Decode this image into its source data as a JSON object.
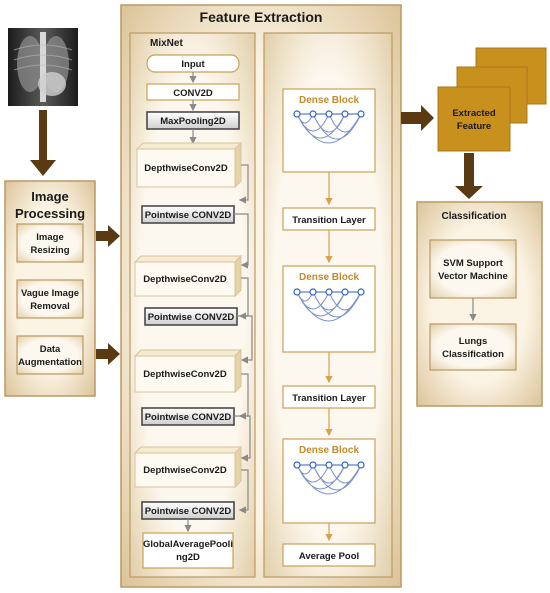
{
  "input_image": {
    "caption": ""
  },
  "image_processing": {
    "title_line1": "Image",
    "title_line2": "Processing",
    "steps": [
      {
        "line1": "Image",
        "line2": "Resizing"
      },
      {
        "line1": "Vague Image",
        "line2": "Removal"
      },
      {
        "line1": "Data",
        "line2": "Augmentation"
      }
    ]
  },
  "feature_extraction": {
    "title": "Feature Extraction",
    "mixnet": {
      "title": "MixNet",
      "input": "Input",
      "conv2d": "CONV2D",
      "maxpool": "MaxPooling2D",
      "blocks": [
        {
          "depthwise": "DepthwiseConv2D",
          "pointwise": "Pointwise CONV2D"
        },
        {
          "depthwise": "DepthwiseConv2D",
          "pointwise": "Pointwise CONV2D"
        },
        {
          "depthwise": "DepthwiseConv2D",
          "pointwise": "Pointwise CONV2D"
        },
        {
          "depthwise": "DepthwiseConv2D",
          "pointwise": "Pointwise CONV2D"
        }
      ],
      "gap_line1": "GlobalAveragePooli",
      "gap_line2": "ng2D"
    },
    "densenet": {
      "dense_blocks": [
        "Dense Block",
        "Dense Block",
        "Dense Block"
      ],
      "transition_layers": [
        "Transition Layer",
        "Transition Layer"
      ],
      "average_pool": "Average Pool"
    }
  },
  "extracted_feature": {
    "line1": "Extracted",
    "line2": "Feature"
  },
  "classification": {
    "title": "Classification",
    "svm": {
      "line1": "SVM Support",
      "line2": "Vector Machine"
    },
    "lungs": {
      "line1": "Lungs",
      "line2": "Classification"
    }
  },
  "colors": {
    "panel": "#f7e9cf",
    "panel_border": "#b99a63",
    "arrow": "#5a3a12",
    "feature_box": "#c8901c",
    "dense_title": "#c58a2a",
    "node": "#2f62c4"
  }
}
